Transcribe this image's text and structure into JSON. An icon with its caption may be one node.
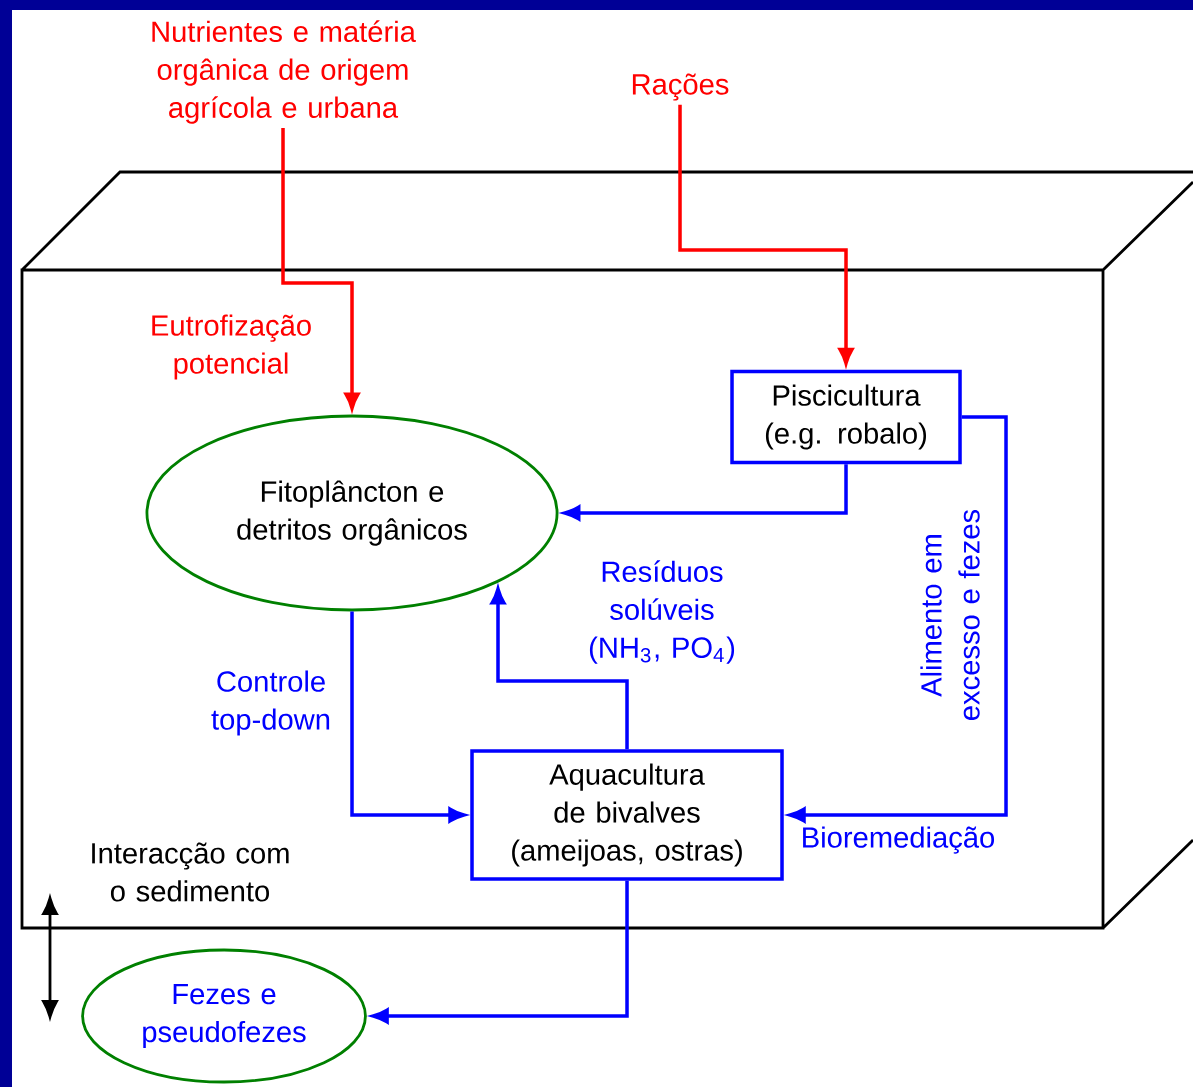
{
  "diagram": {
    "nodes": [
      {
        "text": [
          "Nutrientes e matéria orgânica de origem agrícola e urbana"
        ]
      },
      {
        "text": [
          "Rações"
        ]
      },
      {
        "text": [
          "Fitoplâncton e detritos orgânicos"
        ]
      },
      {
        "text": [
          "Piscicultura (e.g. robalo)"
        ]
      },
      {
        "text": [
          "Aquacultura de bivalves (ameijoas, ostras)"
        ]
      },
      {
        "text": [
          "Fezes e pseudofezes"
        ]
      }
    ],
    "edges": [
      {
        "from": 0,
        "to": 2,
        "arrow": "to",
        "label": "Eutrofização potencial",
        "color": "#ff0000"
      },
      {
        "from": 1,
        "to": 3,
        "arrow": "to",
        "color": "#ff0000"
      },
      {
        "from": 3,
        "to": 2,
        "arrow": "to"
      },
      {
        "from": 2,
        "to": 4,
        "arrow": "to",
        "label": "Controle top-down"
      },
      {
        "from": 4,
        "to": 2,
        "arrow": "to",
        "label": "Resíduos solúveis (NH$_{3}$, PO$_{4}$)"
      },
      {
        "from": 3,
        "to": 4,
        "arrow": "to",
        "label": "Alimento em excesso e fezes"
      },
      {
        "from": 4,
        "to": 5,
        "arrow": "to"
      }
    ],
    "labels": [
      "Bioremediação",
      "Interacção com o sedimento"
    ]
  }
}
